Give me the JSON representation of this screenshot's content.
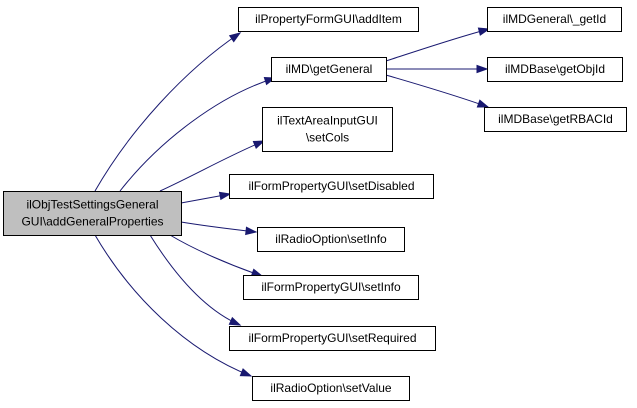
{
  "root": {
    "id": "root",
    "lines": [
      "ilObjTestSettingsGeneral",
      "GUI\\addGeneralProperties"
    ],
    "fill": "#bfbfbf"
  },
  "nodes": [
    {
      "id": "n1",
      "lines": [
        "ilPropertyFormGUI\\addItem"
      ]
    },
    {
      "id": "n2",
      "lines": [
        "ilMD\\getGeneral"
      ]
    },
    {
      "id": "n3",
      "lines": [
        "ilTextAreaInputGUI",
        "\\setCols"
      ]
    },
    {
      "id": "n4",
      "lines": [
        "ilFormPropertyGUI\\setDisabled"
      ]
    },
    {
      "id": "n5",
      "lines": [
        "ilRadioOption\\setInfo"
      ]
    },
    {
      "id": "n6",
      "lines": [
        "ilFormPropertyGUI\\setInfo"
      ]
    },
    {
      "id": "n7",
      "lines": [
        "ilFormPropertyGUI\\setRequired"
      ]
    },
    {
      "id": "n8",
      "lines": [
        "ilRadioOption\\setValue"
      ]
    },
    {
      "id": "n9",
      "lines": [
        "ilMDGeneral\\_getId"
      ]
    },
    {
      "id": "n10",
      "lines": [
        "ilMDBase\\getObjId"
      ]
    },
    {
      "id": "n11",
      "lines": [
        "ilMDBase\\getRBACId"
      ]
    }
  ],
  "edges": [
    {
      "from": "root",
      "to": "n1"
    },
    {
      "from": "root",
      "to": "n2"
    },
    {
      "from": "root",
      "to": "n3"
    },
    {
      "from": "root",
      "to": "n4"
    },
    {
      "from": "root",
      "to": "n5"
    },
    {
      "from": "root",
      "to": "n6"
    },
    {
      "from": "root",
      "to": "n7"
    },
    {
      "from": "root",
      "to": "n8"
    },
    {
      "from": "n2",
      "to": "n9"
    },
    {
      "from": "n2",
      "to": "n10"
    },
    {
      "from": "n2",
      "to": "n11"
    }
  ],
  "colors": {
    "edge": "#191970",
    "node_border": "#000000",
    "node_fill": "#ffffff"
  }
}
